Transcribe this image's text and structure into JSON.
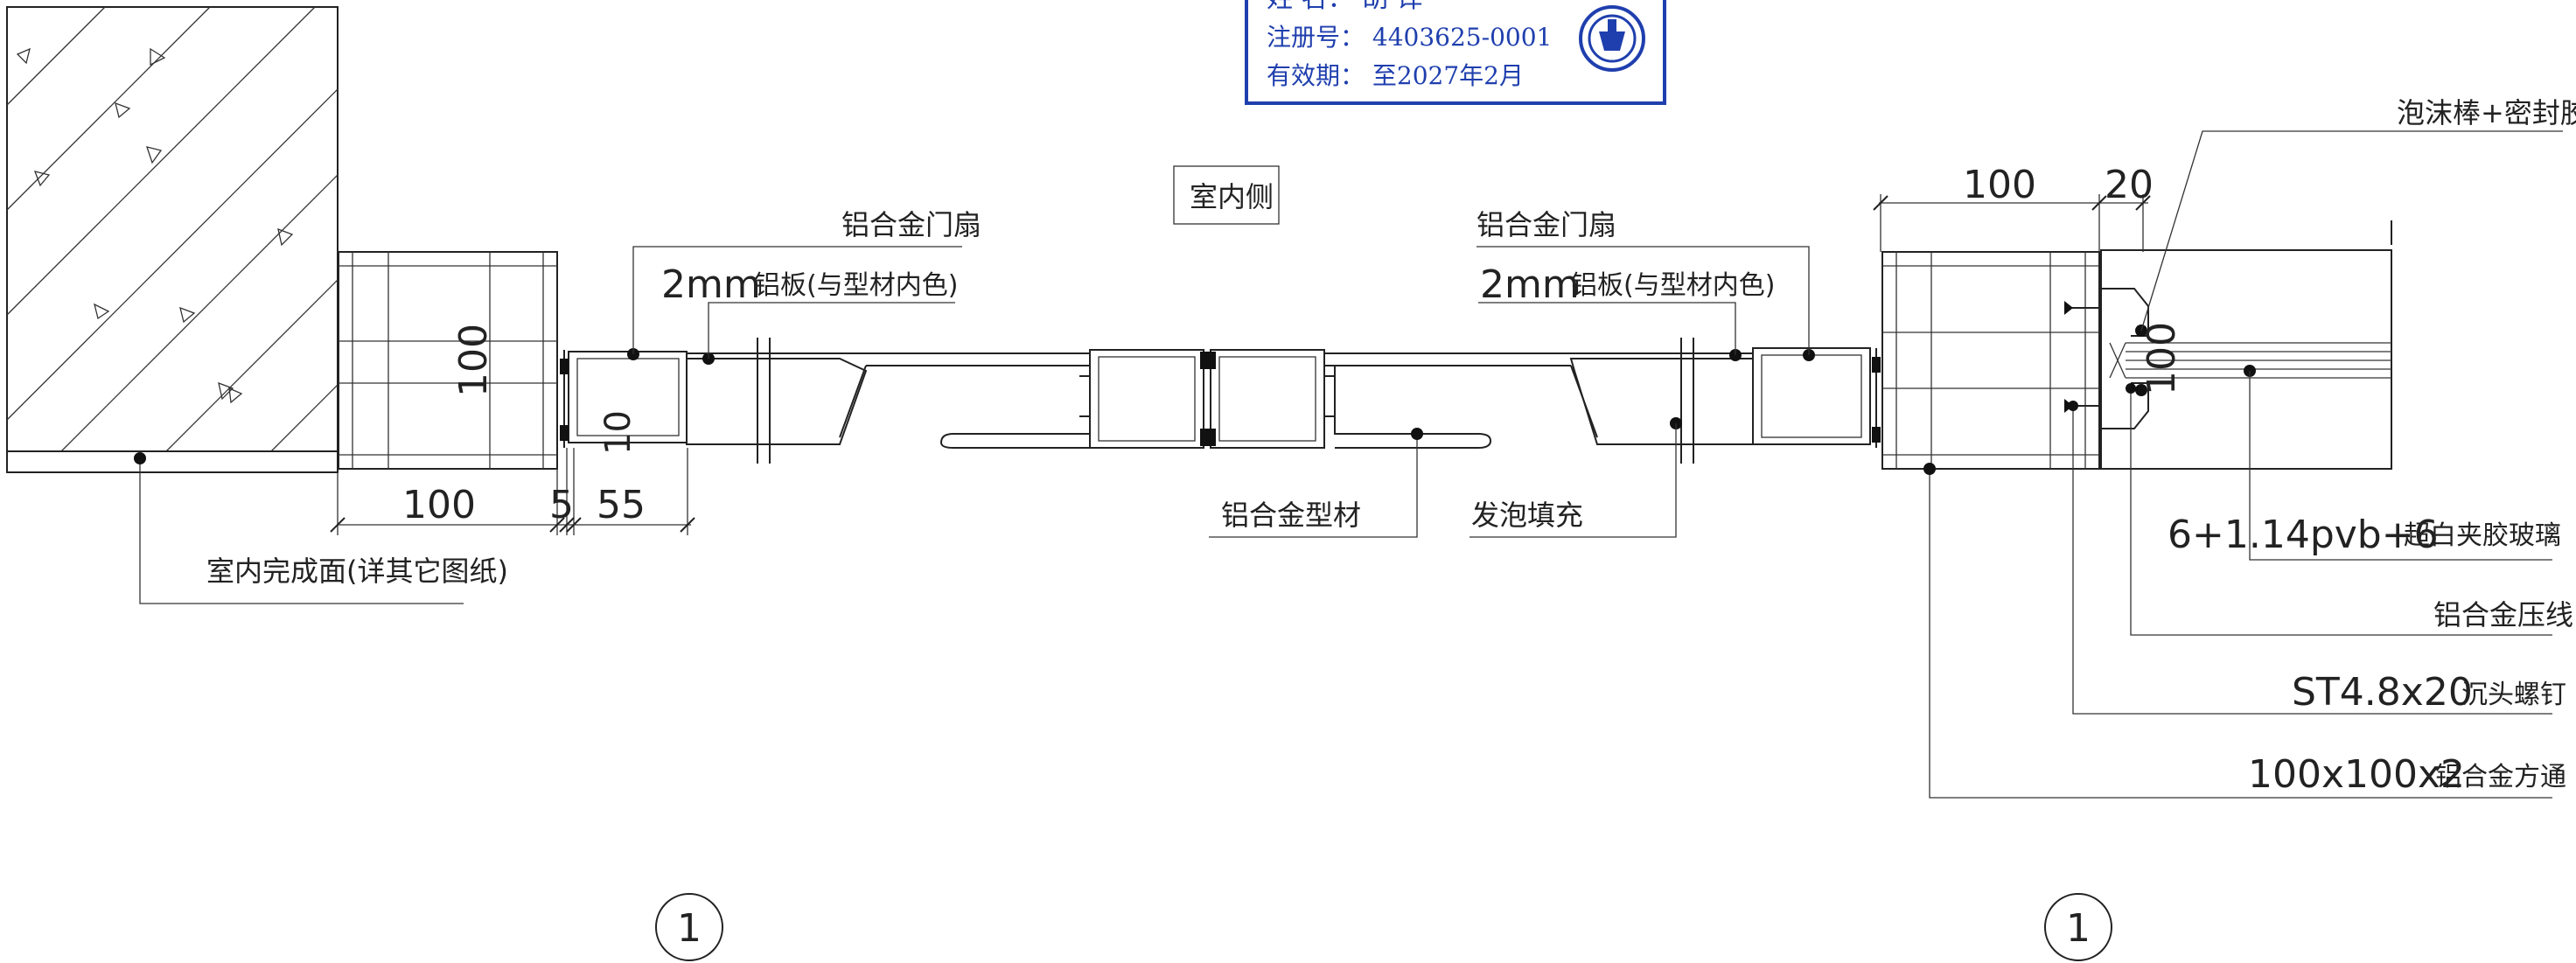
{
  "stamp": {
    "line1": "姓 名： 胡 译",
    "line2": "注册号： 4403625-0001",
    "line3": "有效期： 至2027年2月",
    "color": "#1f3fae"
  },
  "labels": {
    "indoor_side": "室内侧",
    "door_leaf_left": "铝合金门扇",
    "door_leaf_right": "铝合金门扇",
    "panel_left_dim": "2mm",
    "panel_left_text": "铝板(与型材内色)",
    "panel_right_dim": "2mm",
    "panel_right_text": "铝板(与型材内色)",
    "profile": "铝合金型材",
    "foam_fill": "发泡填充",
    "finish_face": "室内完成面(详其它图纸)",
    "foam_rod_sealant": "泡沫棒+密封胶",
    "glass_dim": "6+1.14pvb+6",
    "glass_text": "超白夹胶玻璃",
    "pressure_line": "铝合金压线",
    "screw_dim": "ST4.8x20",
    "screw_text": "沉头螺钉",
    "tube_dim": "100x100x2",
    "tube_text": "铝合金方通"
  },
  "dimensions": {
    "left_tube_height": "100",
    "left_tube_width": "100",
    "gap_a": "5",
    "gap_b": "55",
    "gap_c": "10",
    "right_tube_width": "100",
    "right_gap": "20",
    "right_height": "100"
  },
  "section_marks": {
    "left": "1",
    "right": "1"
  }
}
